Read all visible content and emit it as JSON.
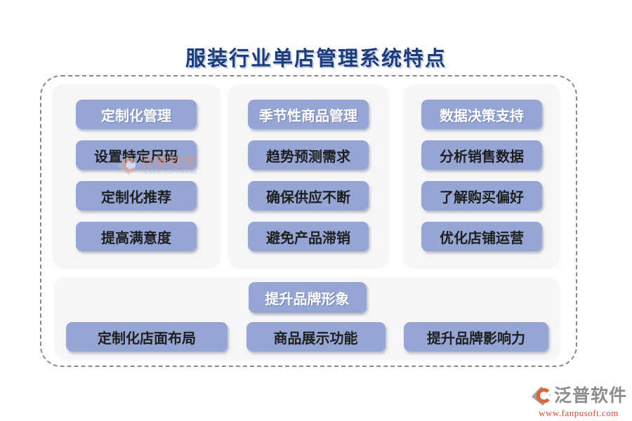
{
  "title": "服装行业单店管理系统特点",
  "columns": [
    {
      "header": "定制化管理",
      "items": [
        "设置特定尺码",
        "定制化推荐",
        "提高满意度"
      ]
    },
    {
      "header": "季节性商品管理",
      "items": [
        "趋势预测需求",
        "确保供应不断",
        "避免产品滞销"
      ]
    },
    {
      "header": "数据决策支持",
      "items": [
        "分析销售数据",
        "了解购买偏好",
        "优化店铺运营"
      ]
    }
  ],
  "bottom_section": {
    "header": "提升品牌形象",
    "items": [
      "定制化店面布局",
      "商品展示功能",
      "提升品牌影响力"
    ]
  },
  "watermark": {
    "brand": "泛普软件",
    "subtitle": "FANPU SOFTWARE"
  },
  "footer": {
    "brand": "泛普软件",
    "url": "www.fanpusoft.com"
  },
  "colors": {
    "title_text": "#1e3c78",
    "pill_bg": "#95a6d5",
    "pill_text_light": "#ffffff",
    "pill_text_dark": "#1f1f1f",
    "card_bg": "#f6f6f8",
    "frame_border": "#8a8a8a",
    "footer_brand": "#8c8c8c",
    "footer_url": "#cc4a33",
    "logo_orange": "#e0643a",
    "logo_gray": "#9aa0a6"
  }
}
